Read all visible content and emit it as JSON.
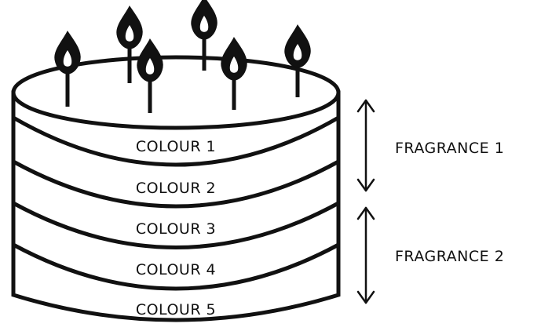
{
  "layers": [
    {
      "label": "COLOUR 1"
    },
    {
      "label": "COLOUR 2"
    },
    {
      "label": "COLOUR 3"
    },
    {
      "label": "COLOUR 4"
    },
    {
      "label": "COLOUR 5"
    }
  ],
  "fragrances": [
    {
      "label": "FRAGRANCE 1",
      "spans_layers": [
        1,
        2
      ]
    },
    {
      "label": "FRAGRANCE 2",
      "spans_layers": [
        3,
        4,
        5
      ]
    }
  ],
  "candle_count": 6,
  "colors": {
    "stroke": "#111111",
    "background": "#ffffff"
  }
}
